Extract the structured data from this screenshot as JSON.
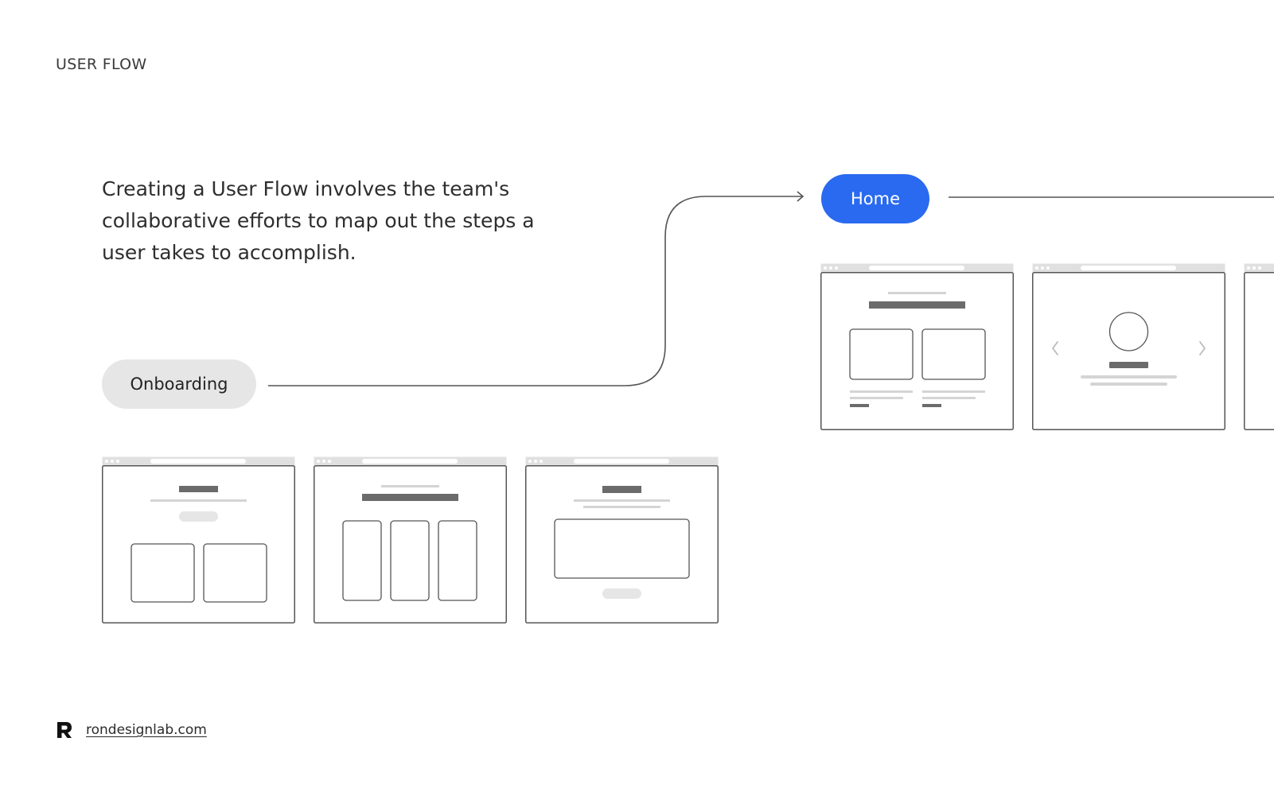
{
  "header": {
    "section_label": "USER FLOW"
  },
  "intro": {
    "text": "Creating a User Flow involves the team's collaborative efforts to map out the steps a user takes to accomplish."
  },
  "flow": {
    "steps": [
      {
        "label": "Onboarding",
        "color": "#e6e6e6",
        "text_color": "#222222"
      },
      {
        "label": "Home",
        "color": "#2a6af0",
        "text_color": "#ffffff"
      }
    ]
  },
  "footer": {
    "logo_icon": "rondesignlab-logo-icon",
    "link_text": "rondesignlab.com"
  },
  "colors": {
    "wire_stroke": "#555555",
    "wire_fill_dark": "#6b6b6b",
    "wire_fill_light": "#d4d4d4",
    "browser_bar": "#e0e0e0",
    "accent": "#2a6af0"
  }
}
